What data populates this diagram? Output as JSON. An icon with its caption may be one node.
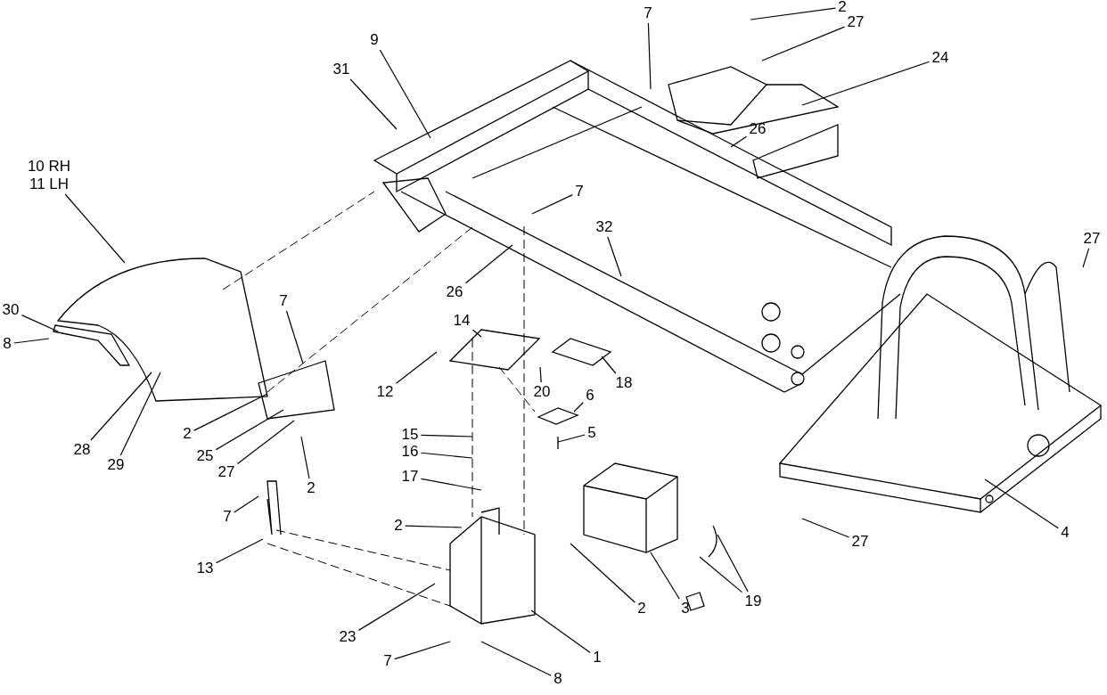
{
  "diagram": {
    "nodes": [
      {
        "text": [
          "2"
        ]
      },
      {
        "text": [
          "7"
        ]
      },
      {
        "text": [
          "27"
        ]
      },
      {
        "text": [
          "9"
        ]
      },
      {
        "text": [
          "24"
        ]
      },
      {
        "text": [
          "31"
        ]
      },
      {
        "text": [
          "26"
        ]
      },
      {
        "text": [
          "10 RH",
          "11 LH"
        ]
      },
      {
        "text": [
          "7"
        ]
      },
      {
        "text": [
          "32"
        ]
      },
      {
        "text": [
          "27"
        ]
      },
      {
        "text": [
          "26"
        ]
      },
      {
        "text": [
          "7"
        ]
      },
      {
        "text": [
          "30"
        ]
      },
      {
        "text": [
          "14"
        ]
      },
      {
        "text": [
          "8"
        ]
      },
      {
        "text": [
          "12"
        ]
      },
      {
        "text": [
          "20"
        ]
      },
      {
        "text": [
          "18"
        ]
      },
      {
        "text": [
          "6"
        ]
      },
      {
        "text": [
          "5"
        ]
      },
      {
        "text": [
          "2"
        ]
      },
      {
        "text": [
          "15"
        ]
      },
      {
        "text": [
          "28"
        ]
      },
      {
        "text": [
          "16"
        ]
      },
      {
        "text": [
          "25"
        ]
      },
      {
        "text": [
          "29"
        ]
      },
      {
        "text": [
          "27"
        ]
      },
      {
        "text": [
          "17"
        ]
      },
      {
        "text": [
          "2"
        ]
      },
      {
        "text": [
          "7"
        ]
      },
      {
        "text": [
          "2"
        ]
      },
      {
        "text": [
          "4"
        ]
      },
      {
        "text": [
          "27"
        ]
      },
      {
        "text": [
          "13"
        ]
      },
      {
        "text": [
          "19"
        ]
      },
      {
        "text": [
          "2"
        ]
      },
      {
        "text": [
          "3"
        ]
      },
      {
        "text": [
          "23"
        ]
      },
      {
        "text": [
          "1"
        ]
      },
      {
        "text": [
          "7"
        ]
      },
      {
        "text": [
          "8"
        ]
      }
    ],
    "edges": [
      {
        "from": 0,
        "to": null,
        "arrow": "none"
      },
      {
        "from": 1,
        "to": null,
        "arrow": "none"
      },
      {
        "from": 2,
        "to": null,
        "arrow": "none"
      },
      {
        "from": 3,
        "to": null,
        "arrow": "none"
      },
      {
        "from": 4,
        "to": null,
        "arrow": "none"
      },
      {
        "from": 5,
        "to": null,
        "arrow": "none"
      },
      {
        "from": 6,
        "to": null,
        "arrow": "none"
      },
      {
        "from": 7,
        "to": null,
        "arrow": "none"
      },
      {
        "from": 8,
        "to": null,
        "arrow": "none"
      },
      {
        "from": 9,
        "to": null,
        "arrow": "none"
      },
      {
        "from": 10,
        "to": null,
        "arrow": "none"
      },
      {
        "from": 11,
        "to": null,
        "arrow": "none"
      },
      {
        "from": 12,
        "to": null,
        "arrow": "none"
      },
      {
        "from": 13,
        "to": null,
        "arrow": "none"
      },
      {
        "from": 14,
        "to": null,
        "arrow": "none"
      },
      {
        "from": 15,
        "to": null,
        "arrow": "none"
      },
      {
        "from": 16,
        "to": null,
        "arrow": "none"
      },
      {
        "from": 17,
        "to": null,
        "arrow": "none"
      },
      {
        "from": 18,
        "to": null,
        "arrow": "none"
      },
      {
        "from": 19,
        "to": null,
        "arrow": "none"
      },
      {
        "from": 20,
        "to": null,
        "arrow": "none"
      },
      {
        "from": 21,
        "to": null,
        "arrow": "none"
      },
      {
        "from": 22,
        "to": null,
        "arrow": "none"
      },
      {
        "from": 23,
        "to": null,
        "arrow": "none"
      },
      {
        "from": 24,
        "to": null,
        "arrow": "none"
      },
      {
        "from": 25,
        "to": null,
        "arrow": "none"
      },
      {
        "from": 26,
        "to": null,
        "arrow": "none"
      },
      {
        "from": 27,
        "to": null,
        "arrow": "none"
      },
      {
        "from": 28,
        "to": null,
        "arrow": "none"
      },
      {
        "from": 29,
        "to": null,
        "arrow": "none"
      },
      {
        "from": 30,
        "to": null,
        "arrow": "none"
      },
      {
        "from": 31,
        "to": null,
        "arrow": "none"
      },
      {
        "from": 32,
        "to": null,
        "arrow": "none"
      },
      {
        "from": 33,
        "to": null,
        "arrow": "none"
      },
      {
        "from": 34,
        "to": null,
        "arrow": "none"
      },
      {
        "from": 35,
        "to": null,
        "arrow": "none"
      },
      {
        "from": 35,
        "to": null,
        "arrow": "none"
      },
      {
        "from": 36,
        "to": null,
        "arrow": "none"
      },
      {
        "from": 37,
        "to": null,
        "arrow": "none"
      },
      {
        "from": 38,
        "to": null,
        "arrow": "none"
      },
      {
        "from": 39,
        "to": null,
        "arrow": "none"
      },
      {
        "from": 40,
        "to": null,
        "arrow": "none"
      },
      {
        "from": 41,
        "to": null,
        "arrow": "none"
      }
    ]
  }
}
